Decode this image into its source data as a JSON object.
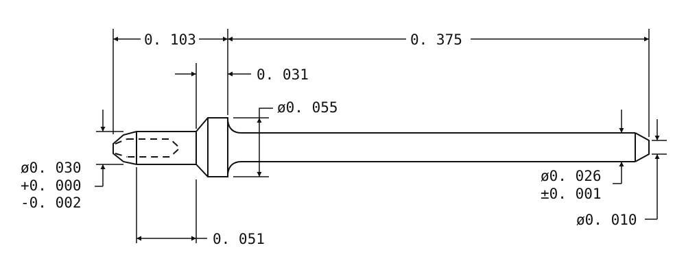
{
  "drawing": {
    "dimensions": {
      "head_length": "0. 103",
      "total_length": "0. 375",
      "flange_width": "0. 031",
      "flange_diameter": "ø0. 055",
      "tip_diameter": "ø0. 030",
      "tip_tol_plus": "+0. 000",
      "tip_tol_minus": "-0. 002",
      "shank_diameter": "ø0. 026",
      "shank_tol": "±0. 001",
      "end_diameter": "ø0. 010",
      "tip_length": "0. 051"
    },
    "colors": {
      "ink": "#111111",
      "background": "#ffffff"
    }
  }
}
